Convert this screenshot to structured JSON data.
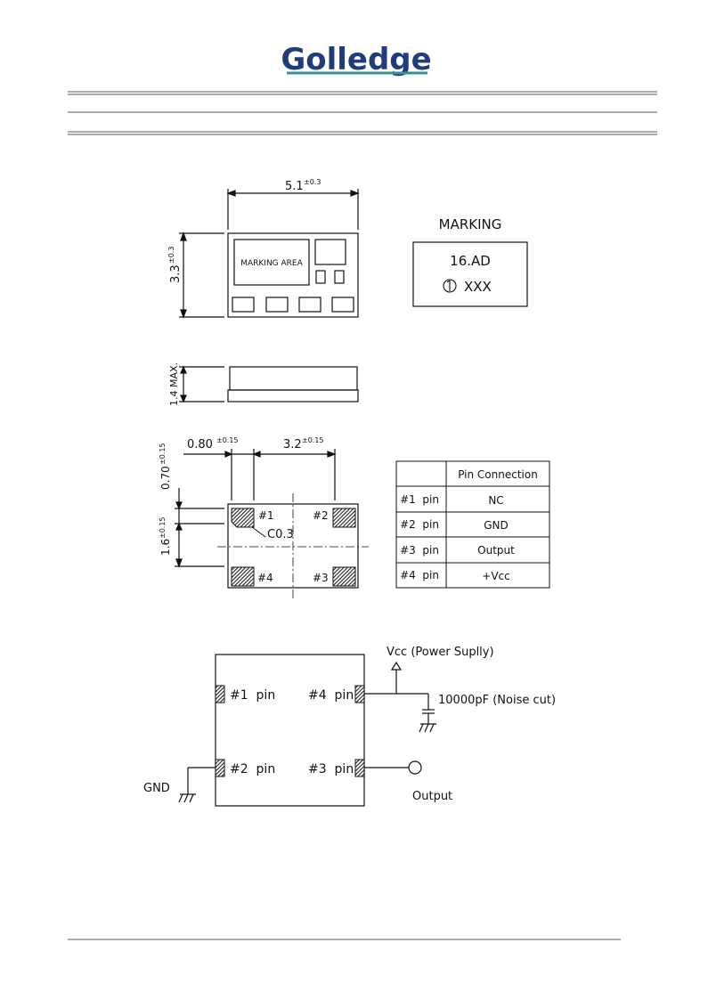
{
  "header": {
    "logo_text": "Golledge",
    "logo_color": "#1f3d7a",
    "accent_color": "#3a8f8f"
  },
  "top_view": {
    "width_value": "5.1",
    "width_tol": "±0.3",
    "height_value": "3.3",
    "height_tol": "±0.3",
    "marking_area_label": "MARKING AREA"
  },
  "marking": {
    "title": "MARKING",
    "line1": "16.AD",
    "line2": "XXX"
  },
  "side_view": {
    "height_label": "1.4 MAX."
  },
  "bottom_view": {
    "pad_width_value": "0.80",
    "pad_width_tol": "±0.15",
    "pad_pitch_value": "3.2",
    "pad_pitch_tol": "±0.15",
    "pad_offset_value": "0.70",
    "pad_offset_tol": "±0.15",
    "pad_height_value": "1.6",
    "pad_height_tol": "±0.15",
    "chamfer_label": "C0.3",
    "pin_labels": [
      "#1",
      "#2",
      "#3",
      "#4"
    ]
  },
  "pin_table": {
    "header_blank": "",
    "header": "Pin Connection",
    "rows": [
      {
        "pin": "#1  pin",
        "connection": "NC"
      },
      {
        "pin": "#2  pin",
        "connection": "GND"
      },
      {
        "pin": "#3  pin",
        "connection": "Output"
      },
      {
        "pin": "#4  pin",
        "connection": "+Vcc"
      }
    ]
  },
  "circuit": {
    "pin1": "#1  pin",
    "pin2": "#2  pin",
    "pin3": "#3  pin",
    "pin4": "#4  pin",
    "vcc_label": "Vcc (Power Suplly)",
    "cap_label": "10000pF (Noise cut)",
    "gnd_label": "GND",
    "output_label": "Output"
  }
}
